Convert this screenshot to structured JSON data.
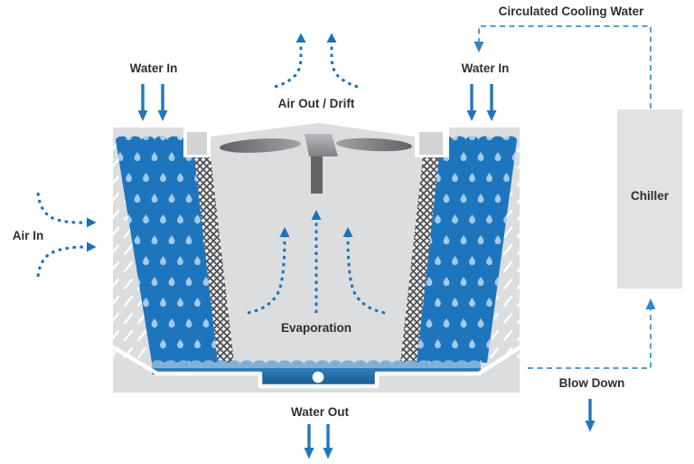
{
  "labels": {
    "water_in_left": "Water In",
    "water_in_right": "Water In",
    "air_out_drift": "Air Out / Drift",
    "circulated_cooling_water": "Circulated Cooling Water",
    "chiller": "Chiller",
    "air_in": "Air In",
    "evaporation": "Evaporation",
    "water_out": "Water Out",
    "blow_down": "Blow Down"
  },
  "colors": {
    "water_blue": "#1d76bd",
    "basin_blue_dark": "#155a8c",
    "basin_crest_blue": "#7fb0d8",
    "drop_light_blue": "#a6c9ea",
    "structure_gray": "#dcddde",
    "solid_arrow_blue": "#2276bd",
    "dashed_flow_blue": "#1c72ba",
    "pipe_dash_blue": "#4f9ed8",
    "mesh_dark_gray": "#46474a",
    "fan_gray": "#6d6f72",
    "label_text": "#2e2f31"
  },
  "icons": {
    "fan": "axial-fan",
    "drain": "basin-drain-hole",
    "fill_media": "cross-hatch-fill-media"
  }
}
